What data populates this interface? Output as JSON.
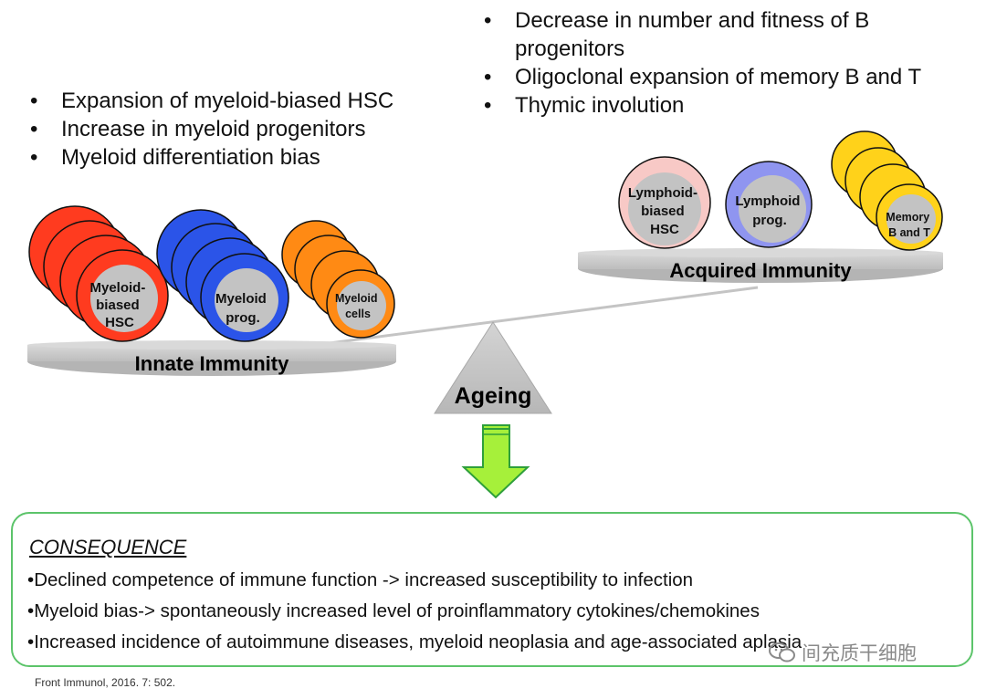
{
  "left_bullets": [
    "Expansion of myeloid-biased HSC",
    "Increase in myeloid progenitors",
    "Myeloid differentiation bias"
  ],
  "right_bullets": [
    "Decrease in number and fitness of B progenitors",
    "Oligoclonal expansion of memory B and T",
    "Thymic involution"
  ],
  "innate": {
    "platform_label": "Innate Immunity",
    "myeloid_hsc": [
      "Myeloid-",
      "biased",
      "HSC"
    ],
    "myeloid_prog": [
      "Myeloid",
      "prog."
    ],
    "myeloid_cells": [
      "Myeloid",
      "cells"
    ]
  },
  "acquired": {
    "platform_label": "Acquired Immunity",
    "lymphoid_hsc": [
      "Lymphoid-",
      "biased",
      "HSC"
    ],
    "lymphoid_prog": [
      "Lymphoid",
      "prog."
    ],
    "memory": [
      "Memory",
      "B and T"
    ]
  },
  "fulcrum_label": "Ageing",
  "colors": {
    "red": "#ff3b1f",
    "blue": "#2b54e8",
    "orange": "#ff8a14",
    "yellow": "#ffd21a",
    "pink": "#f8c9c6",
    "lavender": "#8f95f0",
    "gray": "#c8c8c8",
    "green_border": "#5cc46a",
    "arrow": "#a6f03a"
  },
  "consequence": {
    "title": "CONSEQUENCE",
    "items": [
      "Declined competence of immune function -> increased susceptibility to infection",
      "Myeloid bias-> spontaneously increased level of proinflammatory cytokines/chemokines",
      "Increased incidence of autoimmune diseases, myeloid neoplasia and age-associated aplasia"
    ]
  },
  "citation": "Front Immunol, 2016. 7: 502.",
  "watermark": "间充质干细胞"
}
